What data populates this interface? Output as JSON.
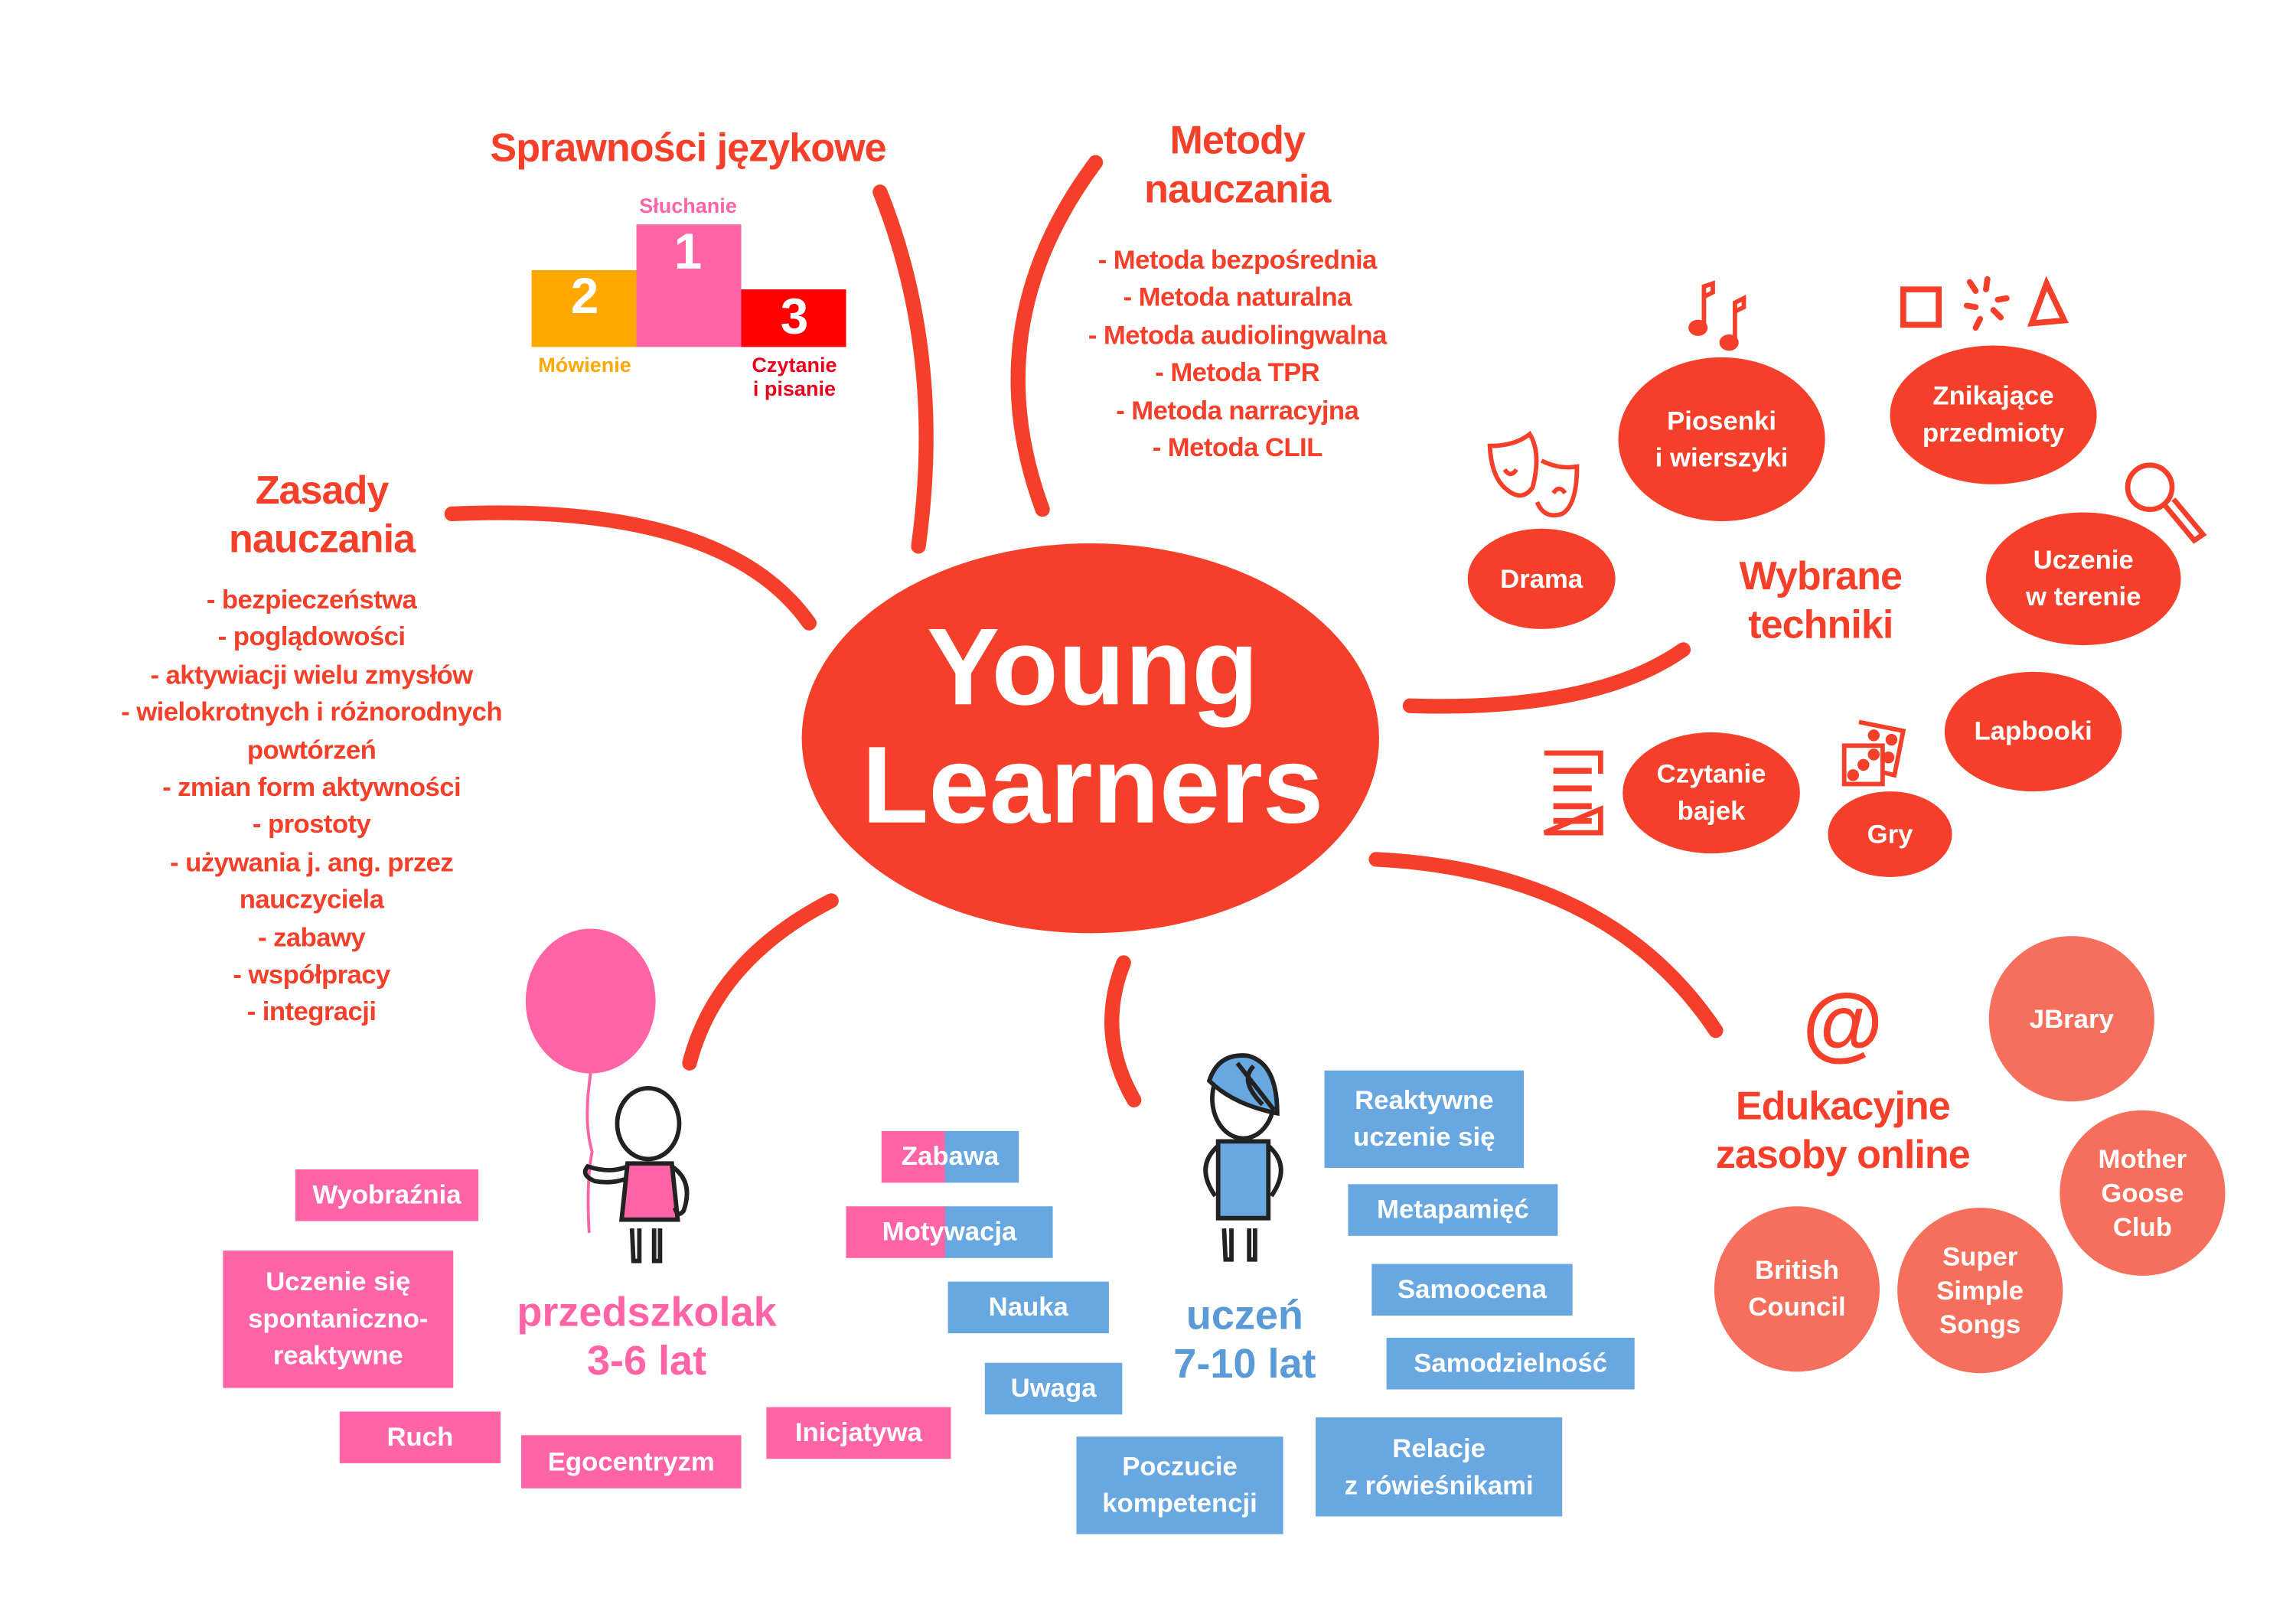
{
  "center": {
    "line1": "Young",
    "line2": "Learners"
  },
  "skills": {
    "title": "Sprawności językowe",
    "podium": [
      {
        "rank": "1",
        "label": "Słuchanie",
        "color": "#ff64a6"
      },
      {
        "rank": "2",
        "label": "Mówienie",
        "color": "#ffa800"
      },
      {
        "rank": "3",
        "label": "Czytanie\ni pisanie",
        "color": "#ff0000"
      }
    ]
  },
  "methods": {
    "title": "Metody\nnauczania",
    "items": [
      "- Metoda bezpośrednia",
      "- Metoda naturalna",
      "- Metoda audiolingwalna",
      "- Metoda TPR",
      "- Metoda narracyjna",
      "- Metoda CLIL"
    ]
  },
  "principles": {
    "title": "Zasady\nnauczania",
    "items": [
      "- bezpieczeństwa",
      "- poglądowości",
      "- aktywiacji wielu zmysłów",
      "- wielokrotnych i różnorodnych",
      "powtórzeń",
      "- zmian form aktywności",
      "- prostoty",
      "- używania j. ang. przez",
      "nauczyciela",
      "- zabawy",
      "- współpracy",
      "- integracji"
    ]
  },
  "techniques": {
    "title": "Wybrane\ntechniki",
    "items": [
      "Drama",
      "Piosenki\ni wierszyki",
      "Znikające\nprzedmioty",
      "Uczenie\nw terenie",
      "Lapbooki",
      "Gry",
      "Czytanie\nbajek"
    ]
  },
  "online": {
    "title": "Edukacyjne\nzasoby online",
    "items": [
      "JBrary",
      "Mother\nGoose\nClub",
      "British\nCouncil",
      "Super\nSimple\nSongs"
    ]
  },
  "preschooler": {
    "title": "przedszkolak\n3-6 lat",
    "items": [
      "Wyobraźnia",
      "Uczenie się\nspontaniczno-\nreaktywne",
      "Ruch",
      "Egocentryzm",
      "Inicjatywa"
    ]
  },
  "shared": {
    "items": [
      "Zabawa",
      "Motywacja"
    ]
  },
  "pupil": {
    "title": "uczeń\n7-10 lat",
    "items": [
      "Nauka",
      "Uwaga",
      "Poczucie\nkompetencji",
      "Reaktywne\nuczenie się",
      "Metapamięć",
      "Samoocena",
      "Samodzielność",
      "Relacje\nz rówieśnikami"
    ]
  },
  "colors": {
    "primary": "#f4402a",
    "pink": "#ff64a6",
    "blue": "#68a7df",
    "salmon": "#f56f5c",
    "orange": "#ffa800"
  }
}
